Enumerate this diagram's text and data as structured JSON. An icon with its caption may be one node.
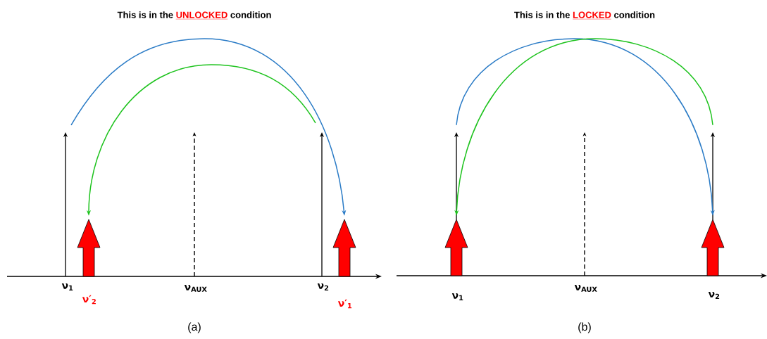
{
  "diagram": {
    "nodes": [
      {
        "text": [],
        "shape": "line",
        "beside": [
          "ν$_{1}$"
        ]
      },
      {
        "text": [],
        "shape": "arrow",
        "beside": [
          "ν′$_{2}$"
        ]
      },
      {
        "text": [],
        "shape": "line",
        "beside": [
          "ν$_{2}$"
        ]
      },
      {
        "text": [],
        "shape": "arrow",
        "beside": [
          "ν′$_{1}$"
        ]
      },
      {
        "text": [],
        "shape": "line"
      },
      {
        "text": [],
        "shape": "arrow",
        "beside": [
          "ν$_{1}$"
        ]
      },
      {
        "text": [],
        "shape": "line"
      },
      {
        "text": [],
        "shape": "arrow",
        "beside": [
          "ν$_{2}$"
        ]
      }
    ],
    "edges": [
      {
        "from": 0,
        "to": 3,
        "arrow": "to",
        "color": "#2a7bc6"
      },
      {
        "from": 2,
        "to": 1,
        "arrow": "to",
        "color": "#1ec31e"
      },
      {
        "from": 4,
        "to": 7,
        "arrow": "to",
        "color": "#2a7bc6"
      },
      {
        "from": 6,
        "to": 5,
        "arrow": "to",
        "color": "#1ec31e"
      }
    ],
    "labels": [
      "This is in the",
      "UNLOCKED",
      "condition",
      "ν$_{AUX}$",
      "(a)",
      "This is in the",
      "LOCKED",
      "condition",
      "ν$_{AUX}$",
      "(b)"
    ]
  }
}
